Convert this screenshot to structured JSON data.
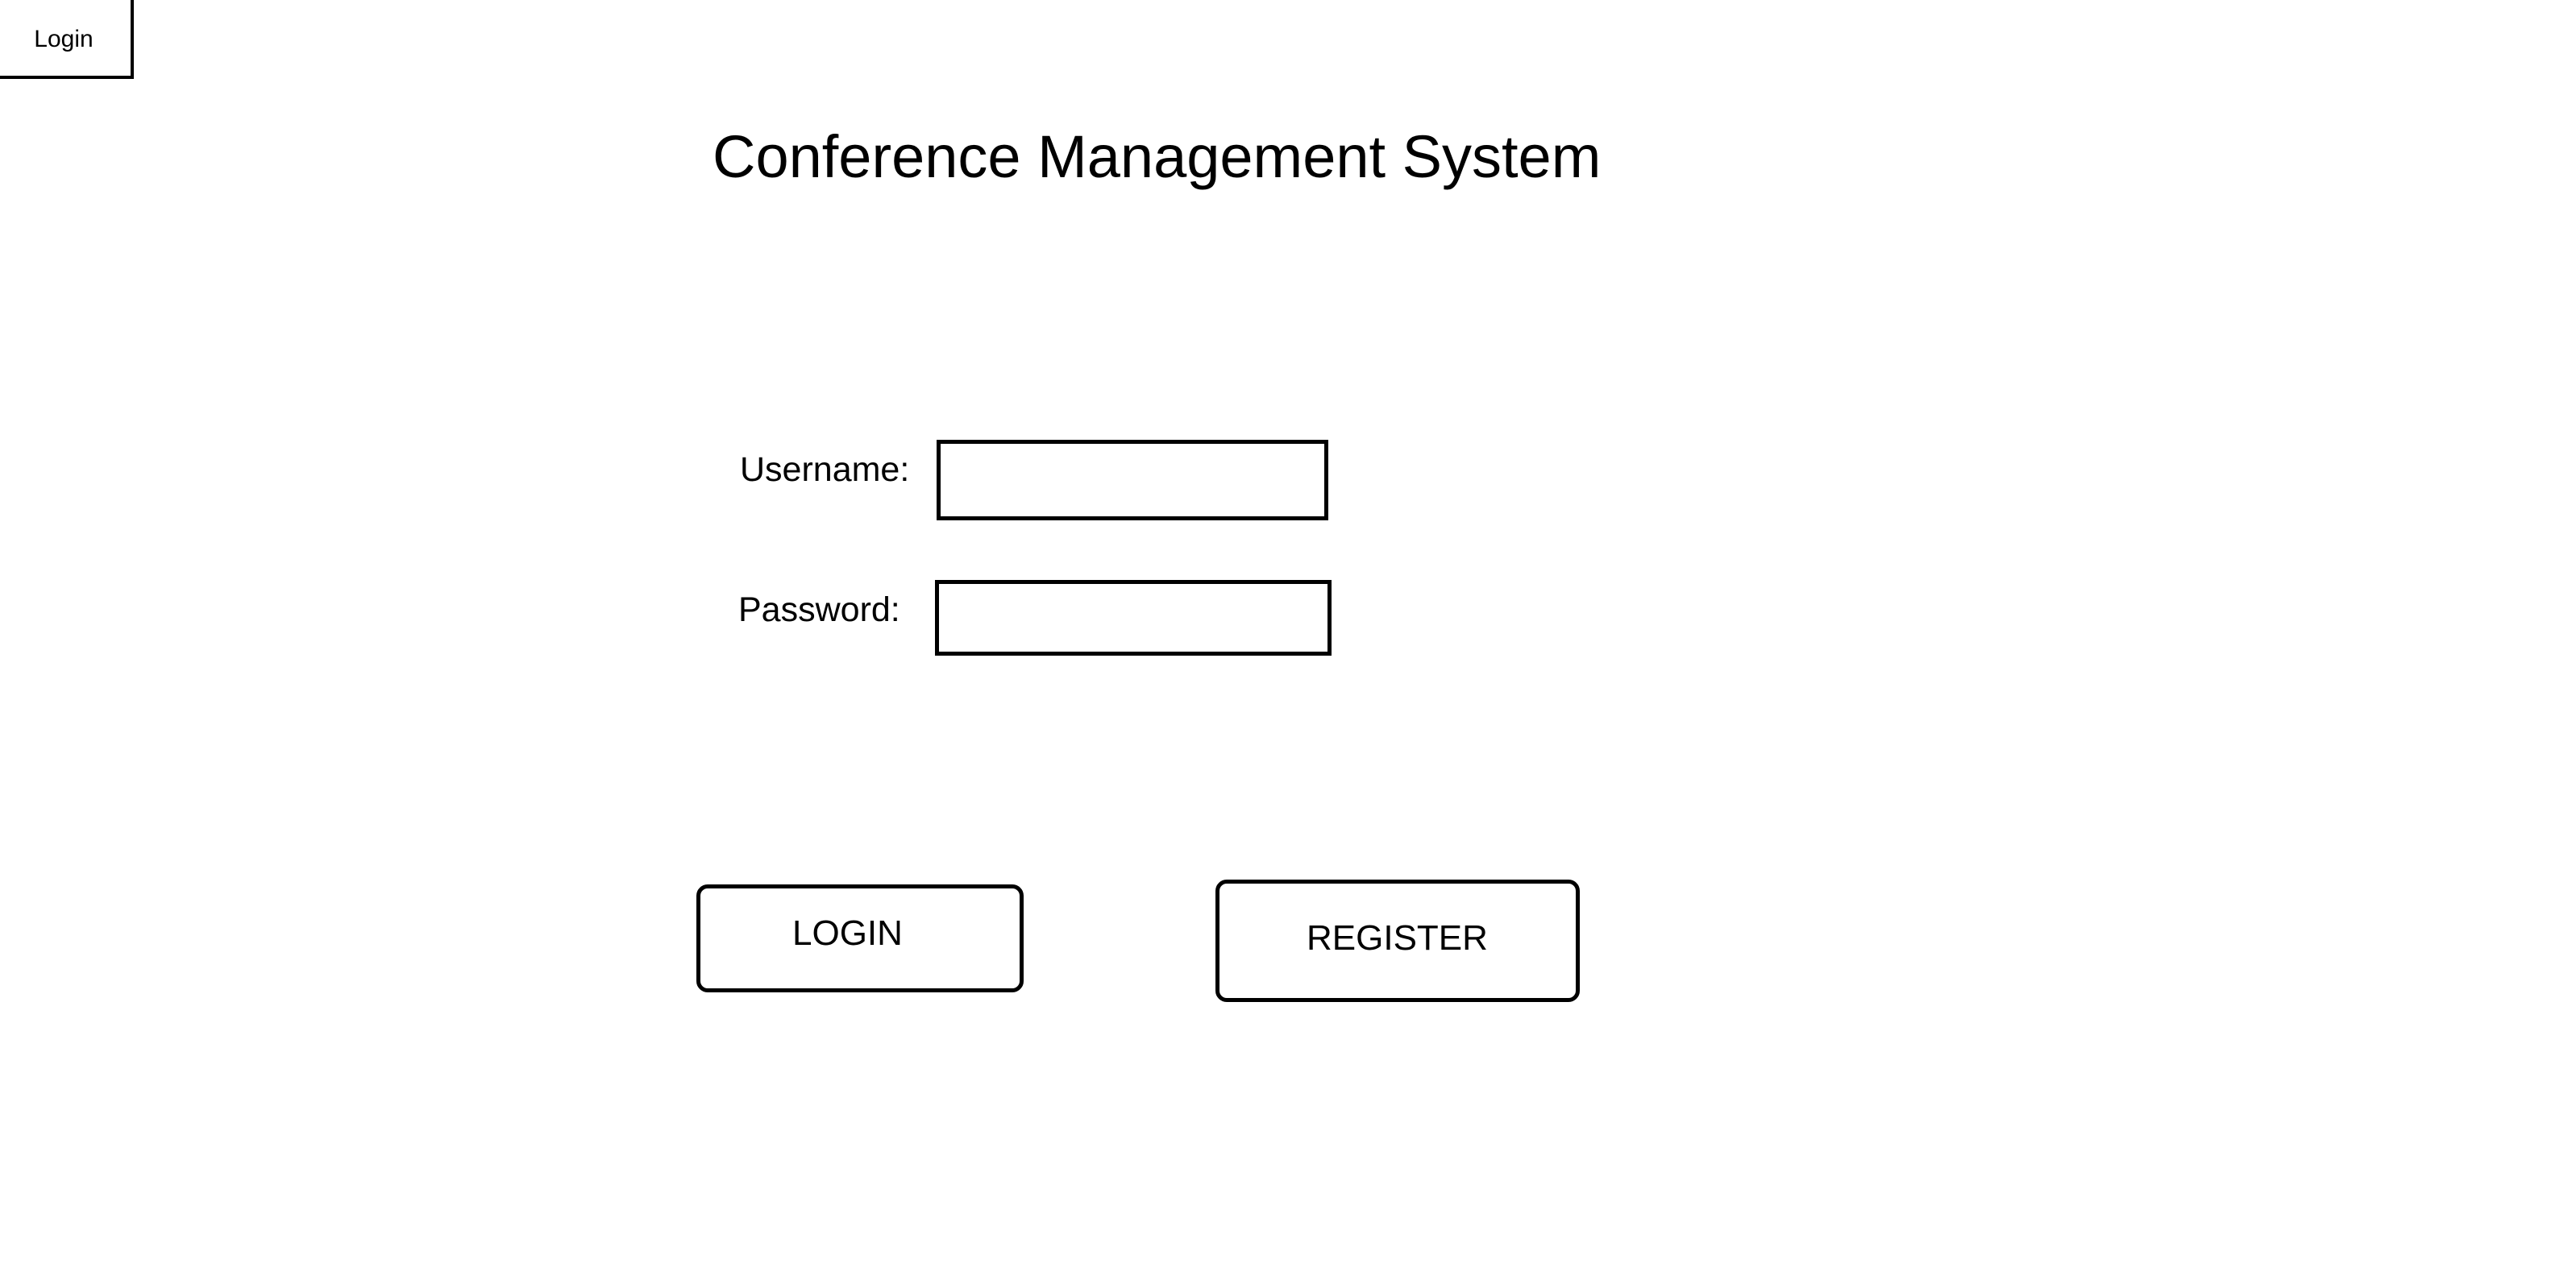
{
  "page_tag": {
    "label": "Login"
  },
  "header": {
    "title": "Conference Management System"
  },
  "form": {
    "username": {
      "label": "Username:",
      "value": "",
      "placeholder": ""
    },
    "password": {
      "label": "Password:",
      "value": "",
      "placeholder": ""
    }
  },
  "actions": {
    "login_label": "LOGIN",
    "register_label": "REGISTER"
  }
}
